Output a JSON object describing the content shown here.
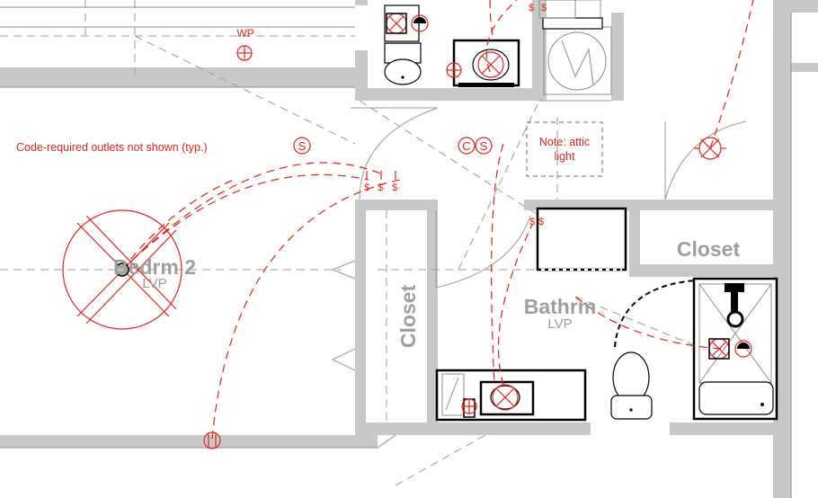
{
  "rooms": {
    "bedroom": {
      "name": "Bedrm 2",
      "floor": "LVP"
    },
    "bathroom": {
      "name": "Bathrm",
      "floor": "LVP"
    },
    "closet_left": {
      "name": "Closet"
    },
    "closet_right": {
      "name": "Closet"
    }
  },
  "notes": {
    "outlets": "Code-required outlets not shown (typ.)",
    "attic_line1": "Note: attic",
    "attic_line2": "light"
  },
  "symbols": {
    "wp": "WP",
    "smoke": "S",
    "co": "C",
    "co_smoke_s": "S",
    "switch_glyph": "$"
  },
  "colors": {
    "electrical": "#e0241b",
    "walls": "#c8c8c8",
    "labels": "#9e9e9e"
  }
}
